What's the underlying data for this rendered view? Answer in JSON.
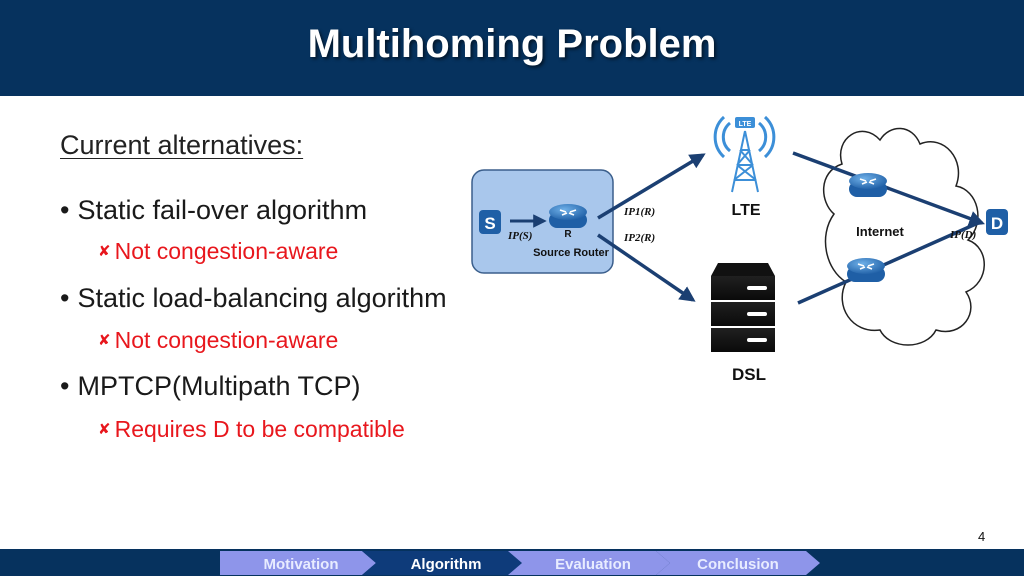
{
  "header": {
    "title": "Multihoming Problem"
  },
  "content": {
    "subheading": "Current alternatives:",
    "bullets": [
      {
        "text": "Static fail-over algorithm",
        "sub": "Not congestion-aware"
      },
      {
        "text": "Static load-balancing algorithm",
        "sub": "Not congestion-aware"
      },
      {
        "text": "MPTCP(Multipath TCP)",
        "sub": "Requires D to be compatible"
      }
    ],
    "bullet_glyph": "•",
    "sub_glyph": "✘"
  },
  "diagram": {
    "source_label": "S",
    "source_ip": "IP(S)",
    "router_letter": "R",
    "router_label": "Source Router",
    "ip1": "IP1(R)",
    "ip2": "IP2(R)",
    "lte_badge": "LTE",
    "lte_label": "LTE",
    "dsl_label": "DSL",
    "internet_label": "Internet",
    "dest_label": "D",
    "dest_ip": "IP(D)",
    "colors": {
      "arrow": "#1b3f72",
      "node": "#1f5fa6",
      "router_box": "#a9c7ec",
      "lte": "#3c8fd8"
    }
  },
  "footer": {
    "page_number": "4",
    "nav": [
      {
        "label": "Motivation",
        "active": false
      },
      {
        "label": "Algorithm",
        "active": true
      },
      {
        "label": "Evaluation",
        "active": false
      },
      {
        "label": "Conclusion",
        "active": false
      }
    ],
    "colors": {
      "active": "#0e3b7a",
      "inactive": "#8e95ea"
    }
  }
}
